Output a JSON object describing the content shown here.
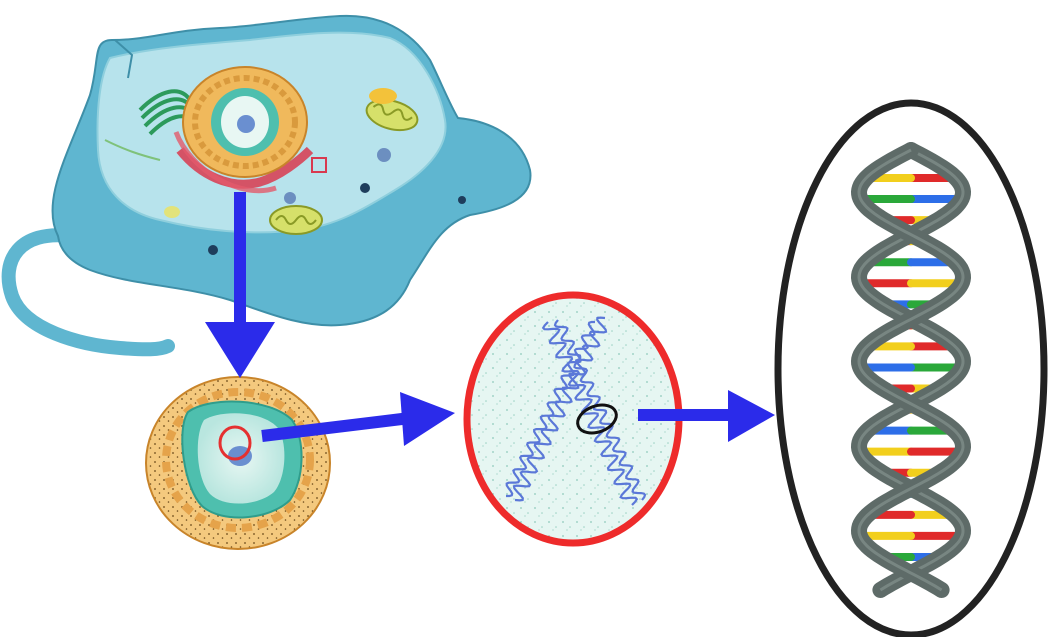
{
  "diagram": {
    "panels": [
      {
        "id": "animal-cell",
        "icon": "animal-cell-icon"
      },
      {
        "id": "nucleus",
        "icon": "nucleus-icon"
      },
      {
        "id": "chromosome",
        "icon": "chromosome-icon"
      },
      {
        "id": "dna-double-helix",
        "icon": "dna-helix-icon"
      }
    ],
    "arrows": [
      {
        "from": "animal-cell",
        "to": "nucleus"
      },
      {
        "from": "nucleus",
        "to": "chromosome"
      },
      {
        "from": "chromosome",
        "to": "dna-double-helix"
      }
    ],
    "colors": {
      "arrow": "#2b2bea",
      "highlight_ring_nucleus": "#e53030",
      "chromosome_frame": "#ee2b2b",
      "chromosome_body": "#5b78d8",
      "dna_frame": "#222222",
      "dna_backbone": "#5e6b68",
      "base_red": "#e02a2a",
      "base_yellow": "#f2cf1d",
      "base_blue": "#2d6ee8",
      "base_green": "#2aa83a",
      "cell_membrane": "#9fd8e4",
      "cell_body": "#5fb6d0",
      "nucleus_envelope": "#f0b95c",
      "nucleoplasm": "#4ebfae"
    },
    "helix_base_pair_colors": [
      [
        "red",
        "yellow"
      ],
      [
        "blue",
        "green"
      ],
      [
        "yellow",
        "red"
      ],
      [
        "red",
        "yellow"
      ],
      [
        "green",
        "blue"
      ],
      [
        "red",
        "yellow"
      ],
      [
        "blue",
        "green"
      ],
      [
        "yellow",
        "red"
      ],
      [
        "red",
        "yellow"
      ],
      [
        "green",
        "blue"
      ],
      [
        "yellow",
        "red"
      ],
      [
        "red",
        "yellow"
      ],
      [
        "blue",
        "green"
      ],
      [
        "yellow",
        "red"
      ],
      [
        "red",
        "yellow"
      ],
      [
        "green",
        "blue"
      ],
      [
        "yellow",
        "red"
      ],
      [
        "red",
        "yellow"
      ],
      [
        "blue",
        "green"
      ]
    ]
  }
}
